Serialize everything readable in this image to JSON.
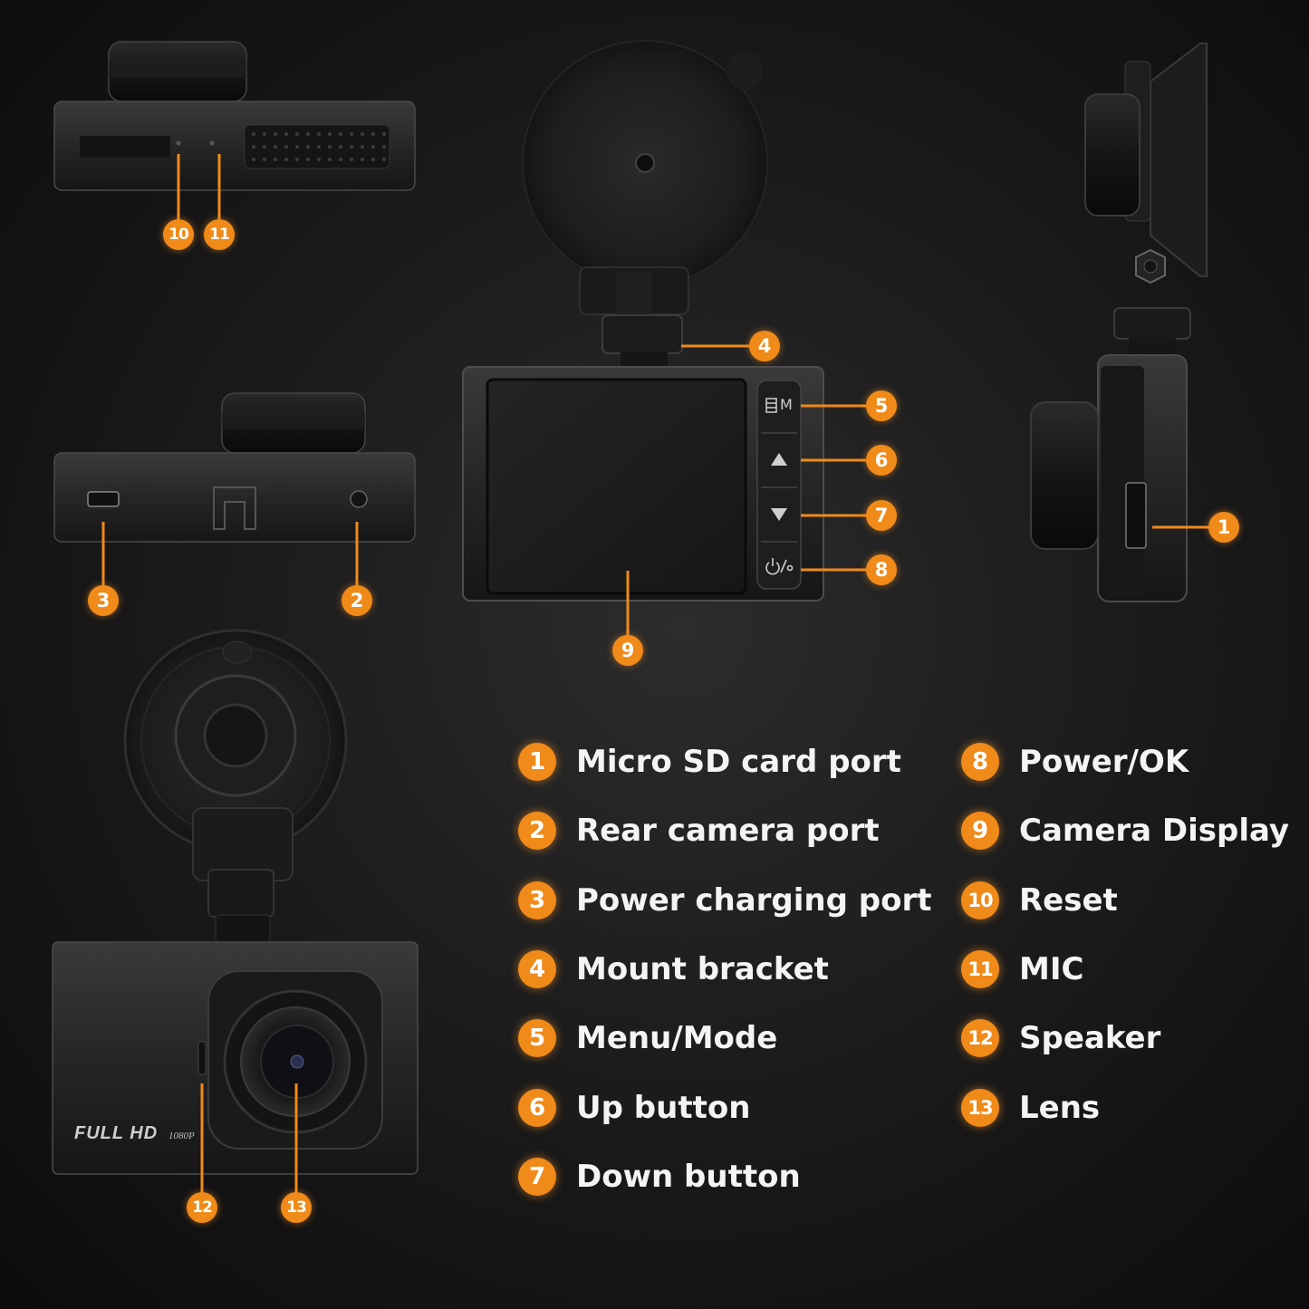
{
  "accent_color": "#f08a18",
  "callout_color": "#f5a040",
  "device_text": {
    "full_hd": "FULL HD",
    "resolution": "1080P",
    "menu_letter": "M"
  },
  "callouts": [
    {
      "number": "10",
      "icon": "reset-pinhole"
    },
    {
      "number": "11",
      "icon": "mic-hole"
    },
    {
      "number": "4",
      "icon": "mount-bracket"
    },
    {
      "number": "5",
      "icon": "menu-button"
    },
    {
      "number": "6",
      "icon": "up-arrow-icon"
    },
    {
      "number": "7",
      "icon": "down-arrow-icon"
    },
    {
      "number": "8",
      "icon": "power-icon"
    },
    {
      "number": "9",
      "icon": "display-screen"
    },
    {
      "number": "1",
      "icon": "sd-slot"
    },
    {
      "number": "3",
      "icon": "usb-port"
    },
    {
      "number": "2",
      "icon": "rear-port"
    },
    {
      "number": "12",
      "icon": "speaker-grille"
    },
    {
      "number": "13",
      "icon": "lens-icon"
    }
  ],
  "legend": [
    {
      "number": "1",
      "label": "Micro SD card port"
    },
    {
      "number": "2",
      "label": "Rear camera port"
    },
    {
      "number": "3",
      "label": "Power charging port"
    },
    {
      "number": "4",
      "label": "Mount bracket"
    },
    {
      "number": "5",
      "label": "Menu/Mode"
    },
    {
      "number": "6",
      "label": "Up button"
    },
    {
      "number": "7",
      "label": "Down button"
    },
    {
      "number": "8",
      "label": "Power/OK"
    },
    {
      "number": "9",
      "label": "Camera Display"
    },
    {
      "number": "10",
      "label": "Reset"
    },
    {
      "number": "11",
      "label": "MIC"
    },
    {
      "number": "12",
      "label": "Speaker"
    },
    {
      "number": "13",
      "label": "Lens"
    }
  ]
}
